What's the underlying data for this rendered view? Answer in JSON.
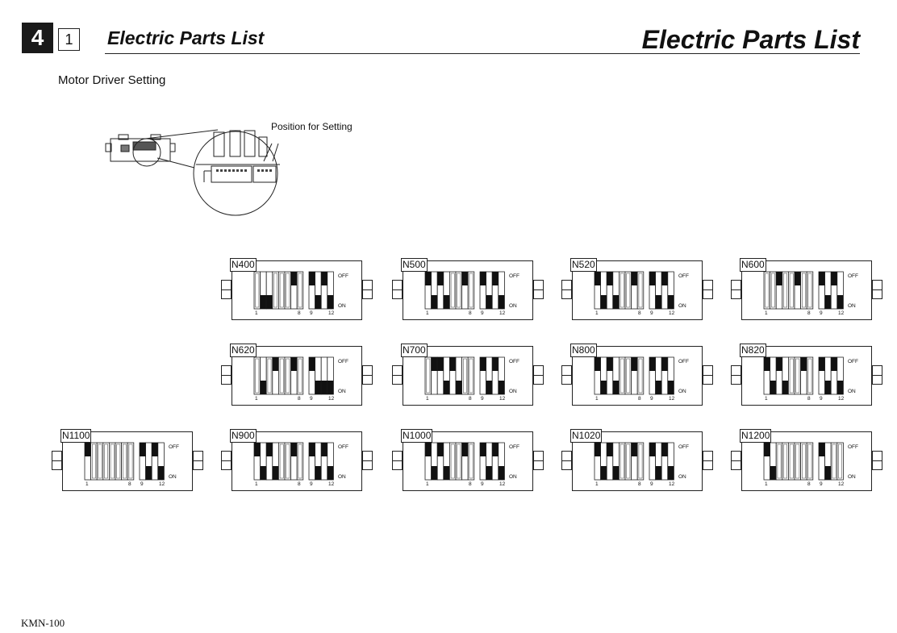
{
  "header": {
    "chapter_number": "4",
    "section_number": "1",
    "title_left": "Electric Parts List",
    "title_right": "Electric Parts List"
  },
  "subtitle": "Motor Driver Setting",
  "overview": {
    "callout": "Position for Setting"
  },
  "switch_labels": {
    "first": "1",
    "eighth": "8",
    "ninth": "9",
    "twelfth": "12",
    "off": "OFF",
    "on": "ON"
  },
  "models": [
    {
      "name": "N400",
      "switches": "ONNOOOFOFNFN"
    },
    {
      "name": "N500",
      "switches": "FNFNOOFOFNFN"
    },
    {
      "name": "N520",
      "switches": "FNFNOOFOFNFN"
    },
    {
      "name": "N600",
      "switches": "OOFOOFOOFNFN"
    },
    {
      "name": "N620",
      "switches": "ONOFOOFOFNNN"
    },
    {
      "name": "N700",
      "switches": "OFFNFNOOFNFN"
    },
    {
      "name": "N800",
      "switches": "FNFNOOFOFNFN"
    },
    {
      "name": "N820",
      "switches": "FNFNOOFOFNFN"
    },
    {
      "name": "N1100",
      "switches": "FOOOOOOOFNFN"
    },
    {
      "name": "N900",
      "switches": "FNFNOOFOFNFN"
    },
    {
      "name": "N1000",
      "switches": "FNFNOOFOFNFN"
    },
    {
      "name": "N1020",
      "switches": "FNFNOOFOFNFN"
    },
    {
      "name": "N1200",
      "switches": "FNOOOOOOFNOO"
    }
  ],
  "footer": "KMN-100"
}
